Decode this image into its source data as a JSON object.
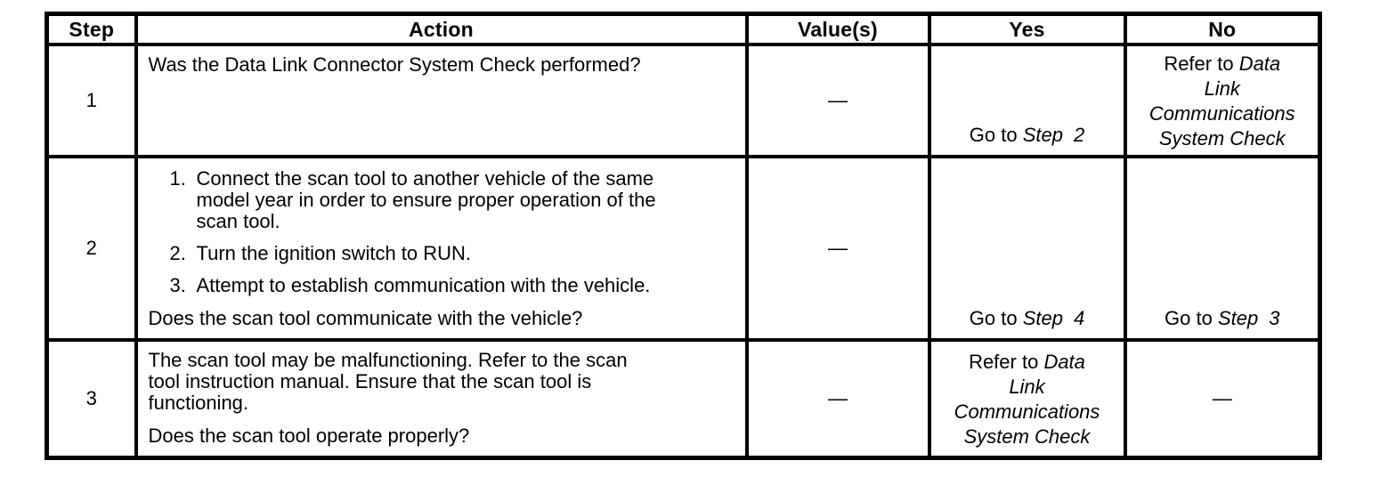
{
  "colors": {
    "ink": "#000000",
    "paper": "#ffffff"
  },
  "table": {
    "headers": [
      "Step",
      "Action",
      "Value(s)",
      "Yes",
      "No"
    ],
    "rows": [
      {
        "step": "1",
        "action_intro": "Was the Data Link Connector System Check performed?",
        "value": "—",
        "yes_prefix": "Go to ",
        "yes_step": "Step",
        "yes_step_num": "2",
        "no_ref_pre": "Refer to ",
        "no_ref_l1": "Data",
        "no_ref_l2": "Link",
        "no_ref_l3": "Communications",
        "no_ref_l4": "System Check"
      },
      {
        "step": "2",
        "items": [
          {
            "num": "1.",
            "text": "Connect the scan tool to another vehicle of the same\nmodel year in order to ensure proper operation of the\nscan tool."
          },
          {
            "num": "2.",
            "text": "Turn the ignition switch to RUN."
          },
          {
            "num": "3.",
            "text": "Attempt to establish communication with the vehicle."
          }
        ],
        "action_question": "Does the scan tool communicate with the vehicle?",
        "value": "—",
        "yes_prefix": "Go to ",
        "yes_step": "Step",
        "yes_step_num": "4",
        "no_prefix": "Go to ",
        "no_step": "Step",
        "no_step_num": "3"
      },
      {
        "step": "3",
        "action_para": "The scan tool may be malfunctioning. Refer to the scan\ntool instruction manual. Ensure that the scan tool is\nfunctioning.",
        "action_question": "Does the scan tool operate properly?",
        "value": "—",
        "yes_ref_pre": "Refer to ",
        "yes_ref_l1": "Data",
        "yes_ref_l2": "Link",
        "yes_ref_l3": "Communications",
        "yes_ref_l4": "System Check",
        "no": "—"
      }
    ]
  }
}
